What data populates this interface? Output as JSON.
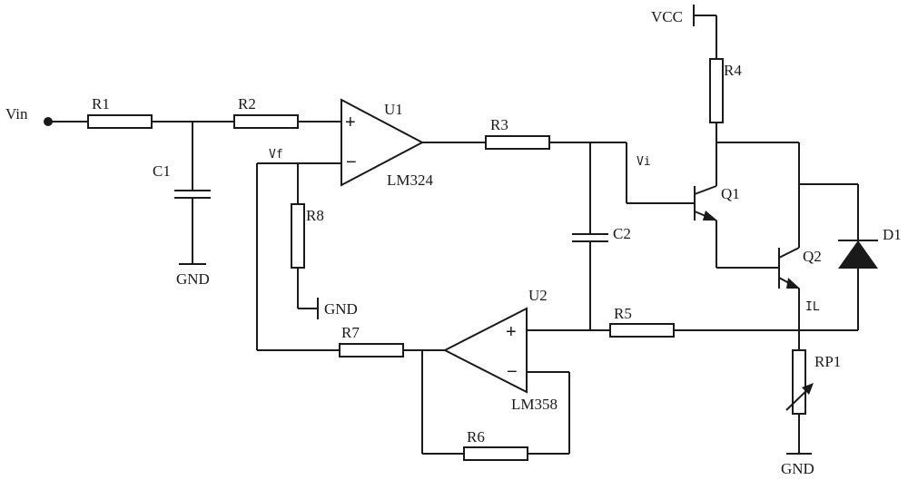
{
  "labels": {
    "vin": "Vin",
    "r1": "R1",
    "r2": "R2",
    "r3": "R3",
    "r4": "R4",
    "r5": "R5",
    "r6": "R6",
    "r7": "R7",
    "r8": "R8",
    "c1": "C1",
    "c2": "C2",
    "u1": "U1",
    "u2": "U2",
    "lm324": "LM324",
    "lm358": "LM358",
    "q1": "Q1",
    "q2": "Q2",
    "d1": "D1",
    "rp1": "RP1",
    "vcc": "VCC",
    "gnd_c1": "GND",
    "gnd_r8": "GND",
    "gnd_rp1": "GND",
    "vf": "Vf",
    "vi": "Vi",
    "il": "IL",
    "plus": "+",
    "minus": "−"
  }
}
